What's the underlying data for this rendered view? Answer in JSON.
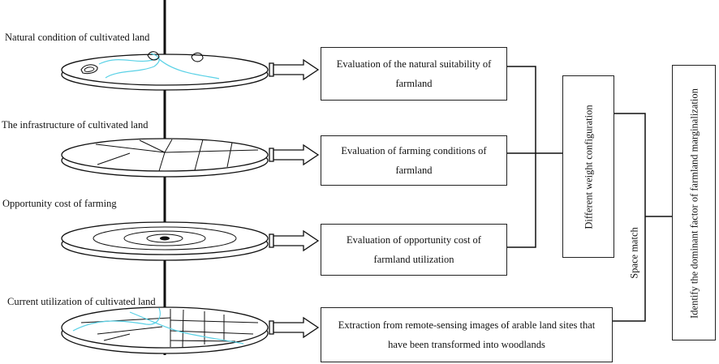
{
  "layers": [
    {
      "title": "Natural condition of cultivated land"
    },
    {
      "title": "The infrastructure of cultivated land"
    },
    {
      "title": "Opportunity cost of farming"
    },
    {
      "title": "Current utilization of cultivated land"
    }
  ],
  "boxes": [
    {
      "text": "Evaluation of the natural suitability of farmland"
    },
    {
      "text": "Evaluation of farming conditions of farmland"
    },
    {
      "text": "Evaluation of opportunity cost of farmland utilization"
    },
    {
      "text": "Extraction from remote-sensing images of arable land sites that have been transformed into woodlands"
    }
  ],
  "weight_box": {
    "text": "Different weight configuration"
  },
  "space_match": {
    "text": "Space match"
  },
  "final_box": {
    "text": "Identify the dominant factor of farmland marginalization"
  },
  "colors": {
    "line": "#111111",
    "water": "#5ad1e6"
  }
}
